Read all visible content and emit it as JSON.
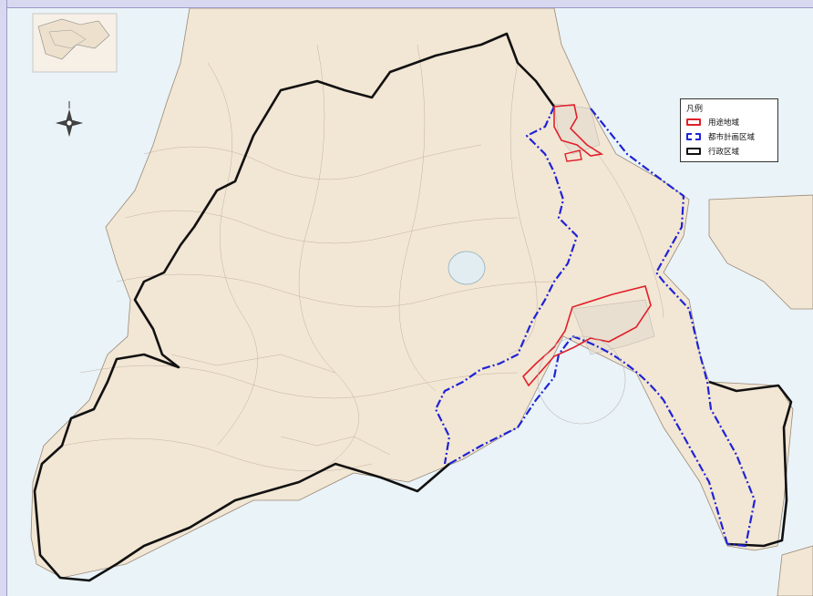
{
  "legend": {
    "title": "凡例",
    "items": [
      {
        "label": "用途地域",
        "color": "#e0202a",
        "style": "solid"
      },
      {
        "label": "都市計画区域",
        "color": "#1f23d6",
        "style": "dashed"
      },
      {
        "label": "行政区域",
        "color": "#111111",
        "style": "solid"
      }
    ]
  },
  "map": {
    "land_color": "#f2e6d4",
    "sea_color": "#eaf3f7",
    "features": [
      "compass-rose",
      "inset-locator-map",
      "topographic-base-map"
    ]
  }
}
